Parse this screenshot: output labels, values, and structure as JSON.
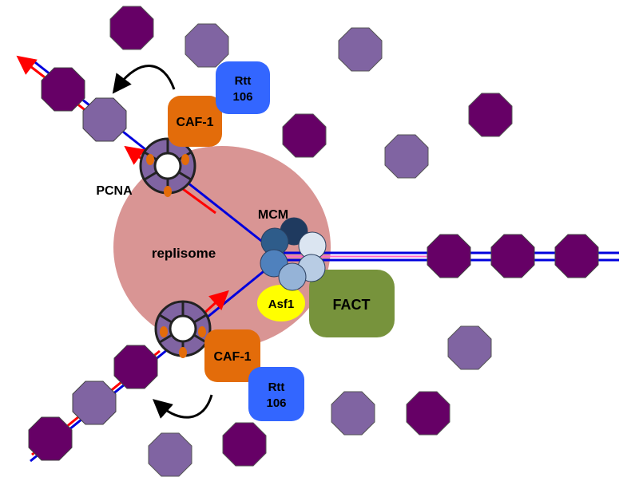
{
  "labels": {
    "replisome": "replisome",
    "mcm": "MCM",
    "pcna": "PCNA",
    "fact": "FACT",
    "asf1": "Asf1",
    "caf1_top": "CAF-1",
    "caf1_bottom": "CAF-1",
    "rtt_top_line1": "Rtt",
    "rtt_top_line2": "106",
    "rtt_bottom_line1": "Rtt",
    "rtt_bottom_line2": "106"
  },
  "colors": {
    "histone_dark": "#660066",
    "histone_light": "#8064a2",
    "replisome": "#d99594",
    "caf1": "#e36c0a",
    "rtt106": "#3366ff",
    "fact": "#77933c",
    "asf1": "#ffff00",
    "dna_blue": "#0000dd",
    "dna_red": "#ff0000",
    "mcm_blues": [
      "#1f3a5f",
      "#2e5c8a",
      "#4f81bd",
      "#95b3d7",
      "#c6d9f1"
    ]
  }
}
